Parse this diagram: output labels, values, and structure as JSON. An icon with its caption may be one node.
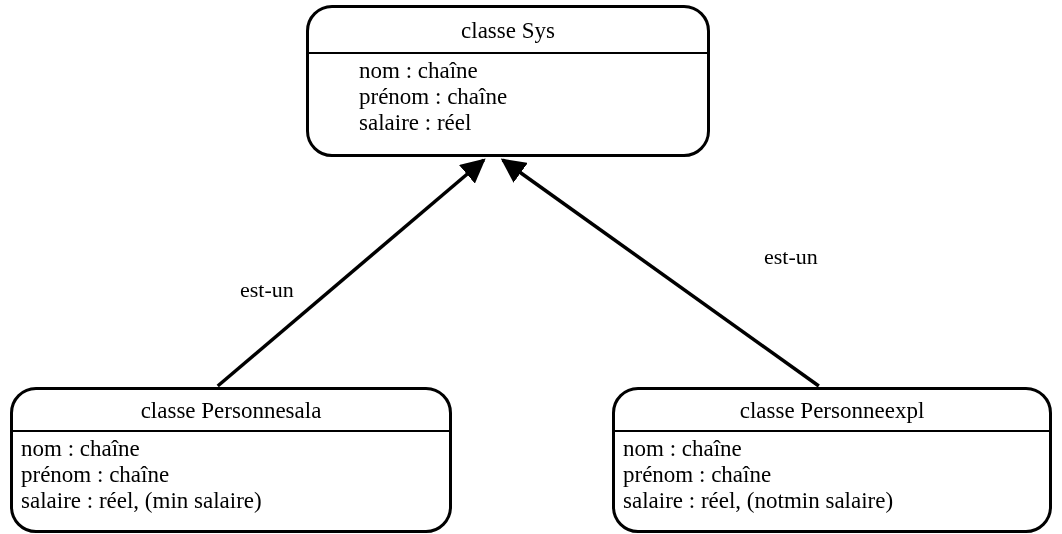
{
  "diagram": {
    "nodes": [
      {
        "text": [
          "classe Sys",
          "nom : chaîne",
          "prénom : chaîne",
          "salaire : réel"
        ]
      },
      {
        "text": [
          "classe Personnesala",
          "nom : chaîne",
          "prénom : chaîne",
          "salaire : réel, (min salaire)"
        ]
      },
      {
        "text": [
          "classe Personneexpl",
          "nom : chaîne",
          "prénom : chaîne",
          "salaire : réel, (notmin salaire)"
        ]
      }
    ],
    "edges": [
      {
        "from": 1,
        "to": 0,
        "label": "est-un",
        "arrow": "to"
      },
      {
        "from": 2,
        "to": 0,
        "label": "est-un",
        "arrow": "to"
      }
    ]
  }
}
